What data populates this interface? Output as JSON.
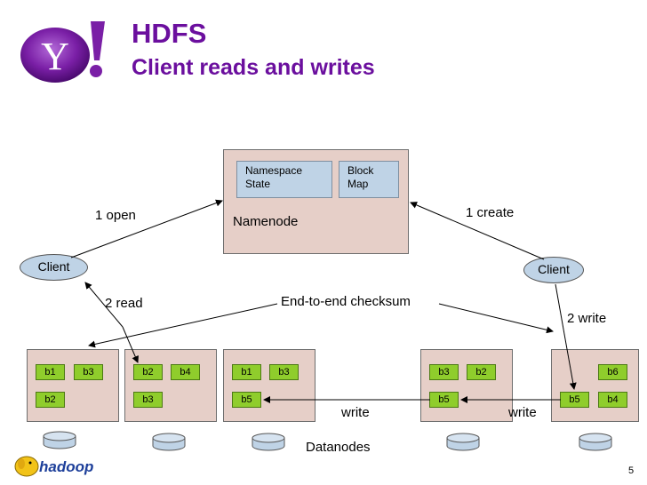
{
  "header": {
    "title": "HDFS",
    "subtitle": "Client reads and writes"
  },
  "namenode": {
    "label": "Namenode",
    "namespace_line1": "Namespace",
    "namespace_line2": "State",
    "blockmap_line1": "Block",
    "blockmap_line2": "Map"
  },
  "clients": {
    "left": "Client",
    "right": "Client"
  },
  "edges": {
    "open": "1 open",
    "create": "1 create",
    "read": "2 read",
    "write2": "2 write",
    "checksum": "End-to-end checksum",
    "write_a": "write",
    "write_b": "write"
  },
  "datanodes": {
    "label": "Datanodes",
    "d1": [
      "b1",
      "b3",
      "b2"
    ],
    "d2": [
      "b2",
      "b4",
      "b3"
    ],
    "d3": [
      "b1",
      "b3",
      "b5"
    ],
    "d4": [
      "b3",
      "b2",
      "b5"
    ],
    "d5": [
      "b6",
      "b5",
      "b4"
    ]
  },
  "footer": {
    "logo_text": "hadoop",
    "page_number": "5"
  }
}
